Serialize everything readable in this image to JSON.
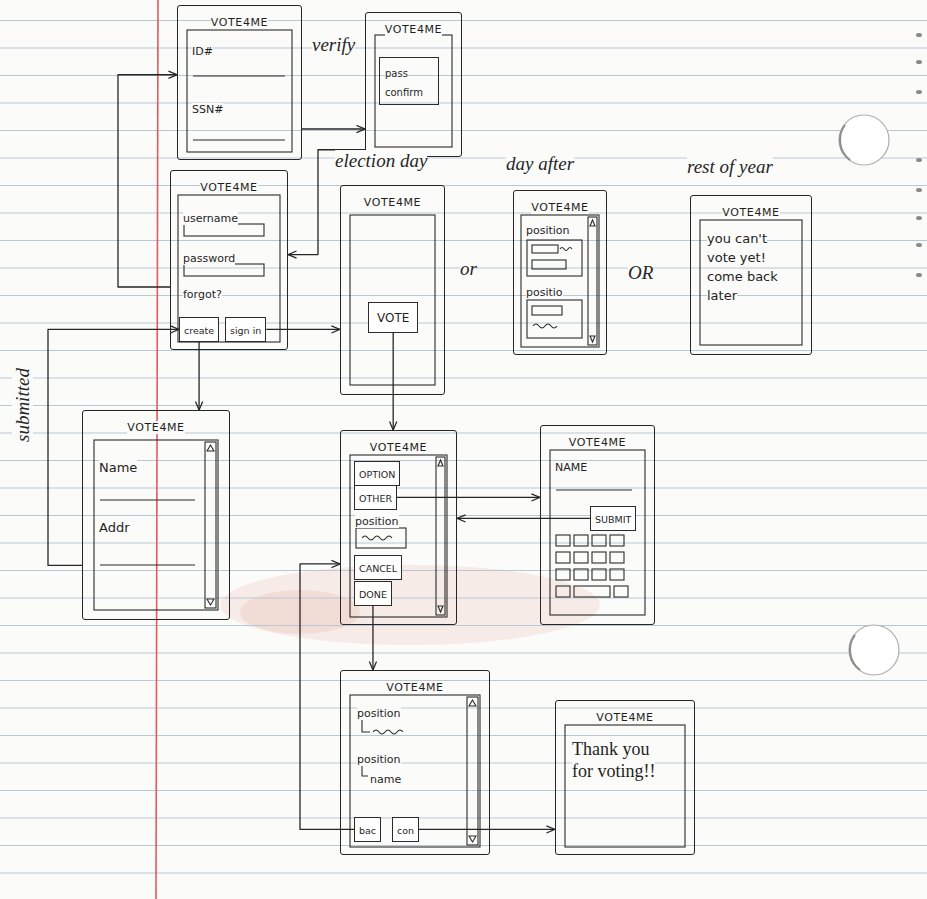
{
  "diagram": {
    "nodes": [
      {
        "text": [
          "VOTE4ME",
          "ID#",
          "SSN#"
        ]
      },
      {
        "text": [
          "VOTE4ME"
        ]
      },
      {
        "text": [
          "pass confirm"
        ],
        "in": 1
      },
      {
        "text": [
          "VOTE4ME",
          "username",
          "password",
          "forgot?"
        ]
      },
      {
        "text": [
          "create"
        ],
        "in": 3
      },
      {
        "text": [
          "sign in"
        ],
        "in": 3
      },
      {
        "text": [
          "election day",
          "VOTE4ME"
        ]
      },
      {
        "text": [
          "VOTE"
        ],
        "in": 6
      },
      {
        "text": [
          "day after",
          "VOTE4ME",
          "position",
          "positio"
        ]
      },
      {
        "text": [
          "rest of year",
          "VOTE4ME",
          "you can't vote yet! come back later"
        ]
      },
      {
        "text": [
          "VOTE4ME",
          "Name",
          "Addr"
        ]
      },
      {
        "text": [
          "VOTE4ME",
          "position"
        ]
      },
      {
        "text": [
          "OPTION"
        ],
        "in": 11
      },
      {
        "text": [
          "OTHER"
        ],
        "in": 11
      },
      {
        "text": [
          "CANCEL"
        ],
        "in": 11
      },
      {
        "text": [
          "DONE"
        ],
        "in": 11
      },
      {
        "text": [
          "VOTE4ME",
          "NAME"
        ]
      },
      {
        "text": [
          "SUBMIT"
        ],
        "in": 16
      },
      {
        "text": [
          "VOTE4ME",
          "position",
          "position",
          "name"
        ]
      },
      {
        "text": [
          "bac"
        ],
        "in": 18
      },
      {
        "text": [
          "con"
        ],
        "in": 18
      },
      {
        "text": [
          "VOTE4ME",
          "Thank you for voting!!"
        ]
      }
    ],
    "edges": [
      {
        "from": 3,
        "to": 0,
        "arrow": "to"
      },
      {
        "from": 0,
        "to": 1,
        "label": "verify",
        "arrow": "to"
      },
      {
        "from": 1,
        "to": 3,
        "arrow": "to"
      },
      {
        "from": 5,
        "to": 6,
        "arrow": "to"
      },
      {
        "from": 4,
        "to": 10,
        "arrow": "to"
      },
      {
        "from": 10,
        "to": 4,
        "label": "submitted",
        "arrow": "to"
      },
      {
        "from": 7,
        "to": 11,
        "arrow": "to"
      },
      {
        "from": 13,
        "to": 16,
        "arrow": "to"
      },
      {
        "from": 17,
        "to": 11,
        "arrow": "to"
      },
      {
        "from": 15,
        "to": 18,
        "arrow": "to"
      },
      {
        "from": 19,
        "to": 11,
        "arrow": "to"
      },
      {
        "from": 20,
        "to": 21,
        "arrow": "to"
      }
    ],
    "labels": [
      "or",
      "OR"
    ]
  }
}
